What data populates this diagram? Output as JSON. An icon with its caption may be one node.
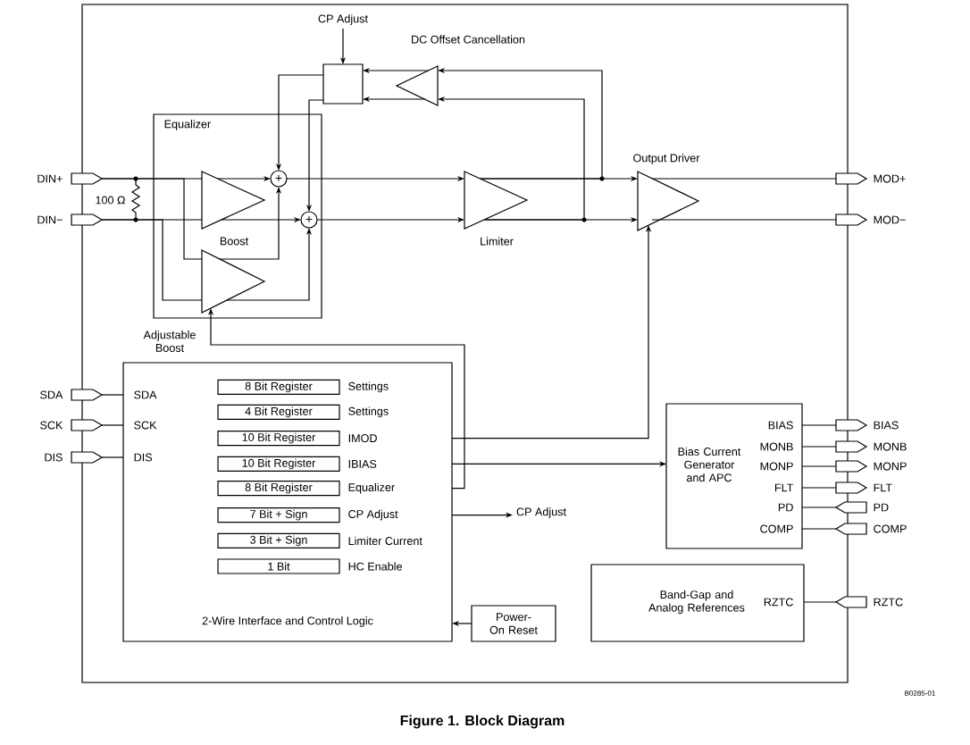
{
  "diagram": {
    "caption": "Figure 1. Block Diagram",
    "nodes": [
      {
        "text": [],
        "shape": "pin",
        "beside": [
          "DIN+"
        ]
      },
      {
        "text": [],
        "shape": "pin",
        "beside": [
          "DIN−"
        ]
      },
      {
        "text": [
          "Equalizer"
        ]
      },
      {
        "text": [],
        "shape": "triangle",
        "in": 2,
        "beside": [
          "Boost"
        ]
      },
      {
        "text": [],
        "shape": "triangle",
        "in": 2,
        "beside": [
          "Adjustable Boost"
        ]
      },
      {
        "text": [
          "+"
        ],
        "in": 2
      },
      {
        "text": [
          "+"
        ],
        "in": 2
      },
      {
        "text": [],
        "shape": "box"
      },
      {
        "text": [
          "CP Adjust"
        ]
      },
      {
        "text": [],
        "shape": "triangle",
        "beside": [
          "DC Offset Cancellation"
        ]
      },
      {
        "text": [],
        "shape": "triangle",
        "beside": [
          "Limiter"
        ]
      },
      {
        "text": [],
        "shape": "triangle",
        "beside": [
          "Output Driver"
        ]
      },
      {
        "text": [],
        "shape": "pin",
        "beside": [
          "MOD+"
        ]
      },
      {
        "text": [],
        "shape": "pin",
        "beside": [
          "MOD−"
        ]
      },
      {
        "text": [],
        "shape": "pin",
        "beside": [
          "SDA"
        ]
      },
      {
        "text": [],
        "shape": "pin",
        "beside": [
          "SCK"
        ]
      },
      {
        "text": [],
        "shape": "pin",
        "beside": [
          "DIS"
        ]
      },
      {
        "text": [
          "SDA",
          "SCK",
          "DIS",
          "2-Wire Interface and Control Logic"
        ]
      },
      {
        "text": [
          "8 Bit Register"
        ],
        "in": 17,
        "beside": [
          "Settings"
        ]
      },
      {
        "text": [
          "4 Bit Register"
        ],
        "in": 17,
        "beside": [
          "Settings"
        ]
      },
      {
        "text": [
          "10 Bit Register"
        ],
        "in": 17,
        "beside": [
          "IMOD"
        ]
      },
      {
        "text": [
          "10 Bit Register"
        ],
        "in": 17,
        "beside": [
          "IBIAS"
        ]
      },
      {
        "text": [
          "8 Bit Register"
        ],
        "in": 17,
        "beside": [
          "Equalizer"
        ]
      },
      {
        "text": [
          "7 Bit + Sign"
        ],
        "in": 17,
        "beside": [
          "CP Adjust"
        ]
      },
      {
        "text": [
          "3 Bit + Sign"
        ],
        "in": 17,
        "beside": [
          "Limiter Current"
        ]
      },
      {
        "text": [
          "1 Bit"
        ],
        "in": 17,
        "beside": [
          "HC Enable"
        ]
      },
      {
        "text": [
          "CP Adjust"
        ]
      },
      {
        "text": [
          "Bias Current Generator and APC",
          "BIAS",
          "MONB",
          "MONP",
          "FLT",
          "PD",
          "COMP"
        ]
      },
      {
        "text": [
          "Band-Gap and Analog References",
          "RZTC"
        ]
      },
      {
        "text": [
          "Power-On Reset"
        ]
      },
      {
        "text": [],
        "shape": "pin",
        "beside": [
          "BIAS"
        ]
      },
      {
        "text": [],
        "shape": "pin",
        "beside": [
          "MONB"
        ]
      },
      {
        "text": [],
        "shape": "pin",
        "beside": [
          "MONP"
        ]
      },
      {
        "text": [],
        "shape": "pin",
        "beside": [
          "FLT"
        ]
      },
      {
        "text": [],
        "shape": "pin",
        "beside": [
          "PD"
        ]
      },
      {
        "text": [],
        "shape": "pin",
        "beside": [
          "COMP"
        ]
      },
      {
        "text": [],
        "shape": "pin",
        "beside": [
          "RZTC"
        ]
      }
    ],
    "edges": [
      {
        "from": 0,
        "to": 3,
        "arrow": "none"
      },
      {
        "from": 1,
        "to": 3,
        "arrow": "none"
      },
      {
        "from": 3,
        "to": 5,
        "arrow": "to"
      },
      {
        "from": 3,
        "to": 6,
        "arrow": "to"
      },
      {
        "from": 0,
        "to": 4,
        "arrow": "none"
      },
      {
        "from": 1,
        "to": 4,
        "arrow": "none"
      },
      {
        "from": 4,
        "to": 5,
        "arrow": "to"
      },
      {
        "from": 4,
        "to": 6,
        "arrow": "to"
      },
      {
        "from": 7,
        "to": 5,
        "arrow": "to"
      },
      {
        "from": 7,
        "to": 6,
        "arrow": "to"
      },
      {
        "from": 5,
        "to": 10,
        "arrow": "to"
      },
      {
        "from": 6,
        "to": 10,
        "arrow": "to"
      },
      {
        "from": 10,
        "to": 11,
        "arrow": "to"
      },
      {
        "from": 10,
        "to": 11,
        "arrow": "to"
      },
      {
        "from": 10,
        "to": 9,
        "arrow": "to"
      },
      {
        "from": 10,
        "to": 9,
        "arrow": "to"
      },
      {
        "from": 9,
        "to": 7,
        "arrow": "to"
      },
      {
        "from": 9,
        "to": 7,
        "arrow": "to"
      },
      {
        "from": 8,
        "to": 7,
        "arrow": "to"
      },
      {
        "from": 11,
        "to": 12,
        "arrow": "none"
      },
      {
        "from": 11,
        "to": 13,
        "arrow": "none"
      },
      {
        "from": 14,
        "to": 17,
        "arrow": "none"
      },
      {
        "from": 15,
        "to": 17,
        "arrow": "none"
      },
      {
        "from": 16,
        "to": 17,
        "arrow": "none"
      },
      {
        "from": 17,
        "to": 11,
        "arrow": "to"
      },
      {
        "from": 17,
        "to": 27,
        "arrow": "to"
      },
      {
        "from": 17,
        "to": 4,
        "arrow": "to"
      },
      {
        "from": 17,
        "to": 26,
        "arrow": "to"
      },
      {
        "from": 29,
        "to": 17,
        "arrow": "to"
      },
      {
        "from": 27,
        "to": 30,
        "arrow": "none"
      },
      {
        "from": 27,
        "to": 31,
        "arrow": "none"
      },
      {
        "from": 27,
        "to": 32,
        "arrow": "none"
      },
      {
        "from": 27,
        "to": 33,
        "arrow": "none"
      },
      {
        "from": 27,
        "to": 34,
        "arrow": "none"
      },
      {
        "from": 27,
        "to": 35,
        "arrow": "none"
      },
      {
        "from": 28,
        "to": 36,
        "arrow": "none"
      }
    ],
    "labels": [
      "100 Ω",
      "B0285-01"
    ]
  }
}
